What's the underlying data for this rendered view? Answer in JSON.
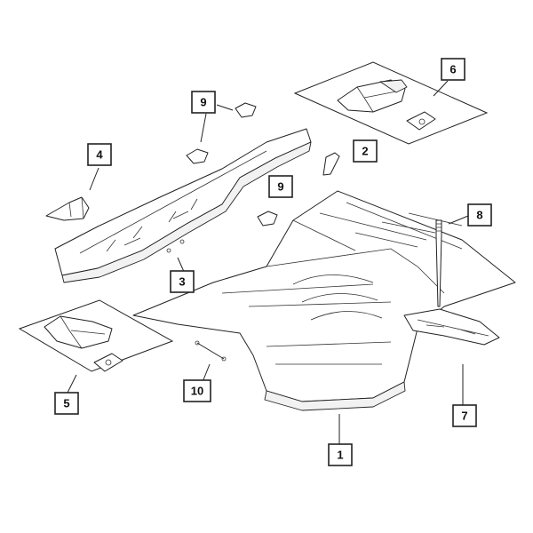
{
  "callouts": {
    "c1": "1",
    "c2": "2",
    "c3": "3",
    "c4": "4",
    "c5": "5",
    "c6": "6",
    "c7": "7",
    "c8": "8",
    "c9a": "9",
    "c9b": "9",
    "c10": "10"
  }
}
